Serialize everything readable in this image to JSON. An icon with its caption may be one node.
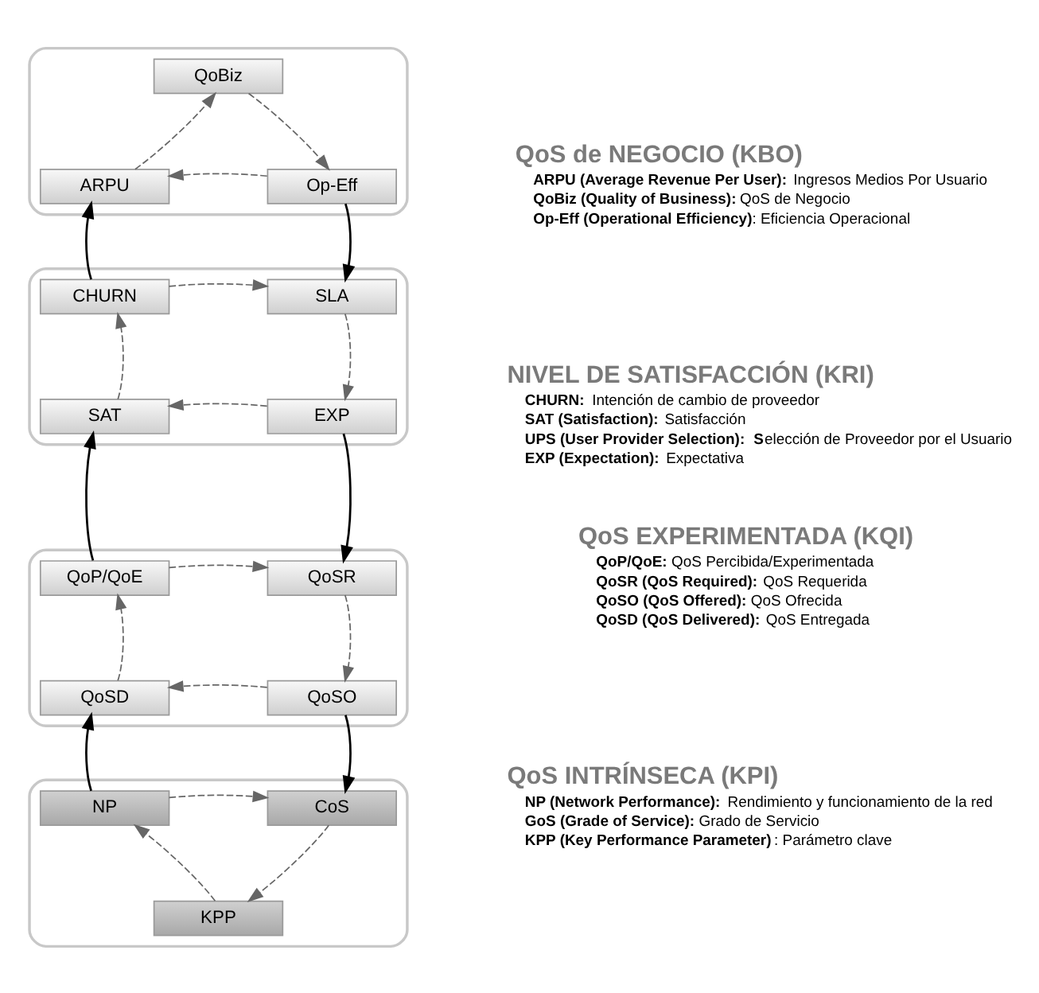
{
  "diagram": {
    "nodes": [
      {
        "text": [],
        "shape": "bowl"
      },
      {
        "text": [
          "QoBiz"
        ],
        "in": 0
      },
      {
        "text": [
          "ARPU"
        ],
        "in": 0
      },
      {
        "text": [
          "Op-Eff"
        ],
        "in": 0
      },
      {
        "text": [],
        "shape": "bowl"
      },
      {
        "text": [
          "CHURN"
        ],
        "in": 4
      },
      {
        "text": [
          "SLA"
        ],
        "in": 4
      },
      {
        "text": [
          "SAT"
        ],
        "in": 4
      },
      {
        "text": [
          "EXP"
        ],
        "in": 4
      },
      {
        "text": [],
        "shape": "bowl"
      },
      {
        "text": [
          "QoP/QoE"
        ],
        "in": 9
      },
      {
        "text": [
          "QoSR"
        ],
        "in": 9
      },
      {
        "text": [
          "QoSD"
        ],
        "in": 9
      },
      {
        "text": [
          "QoSO"
        ],
        "in": 9
      },
      {
        "text": [],
        "shape": "bowl"
      },
      {
        "text": [
          "NP"
        ],
        "in": 14
      },
      {
        "text": [
          "CoS"
        ],
        "in": 14
      },
      {
        "text": [
          "KPP"
        ],
        "in": 14
      }
    ],
    "edges": [
      {
        "from": 2,
        "to": 1,
        "arrow": "to",
        "style": "dashed",
        "color": "#666666"
      },
      {
        "from": 1,
        "to": 3,
        "arrow": "to",
        "style": "dashed",
        "color": "#666666"
      },
      {
        "from": 3,
        "to": 2,
        "arrow": "to",
        "style": "dashed",
        "color": "#666666"
      },
      {
        "from": 3,
        "to": 6,
        "arrow": "to",
        "color": "#000000"
      },
      {
        "from": 5,
        "to": 2,
        "arrow": "to",
        "color": "#000000"
      },
      {
        "from": 5,
        "to": 6,
        "arrow": "to",
        "style": "dashed",
        "color": "#666666"
      },
      {
        "from": 6,
        "to": 8,
        "arrow": "to",
        "style": "dashed",
        "color": "#666666"
      },
      {
        "from": 8,
        "to": 7,
        "arrow": "to",
        "style": "dashed",
        "color": "#666666"
      },
      {
        "from": 7,
        "to": 5,
        "arrow": "to",
        "style": "dashed",
        "color": "#666666"
      },
      {
        "from": 8,
        "to": 11,
        "arrow": "to",
        "color": "#000000"
      },
      {
        "from": 10,
        "to": 7,
        "arrow": "to",
        "color": "#000000"
      },
      {
        "from": 10,
        "to": 11,
        "arrow": "to",
        "style": "dashed",
        "color": "#666666"
      },
      {
        "from": 11,
        "to": 13,
        "arrow": "to",
        "style": "dashed",
        "color": "#666666"
      },
      {
        "from": 13,
        "to": 12,
        "arrow": "to",
        "style": "dashed",
        "color": "#666666"
      },
      {
        "from": 12,
        "to": 10,
        "arrow": "to",
        "style": "dashed",
        "color": "#666666"
      },
      {
        "from": 13,
        "to": 16,
        "arrow": "to",
        "color": "#000000"
      },
      {
        "from": 15,
        "to": 12,
        "arrow": "to",
        "color": "#000000"
      },
      {
        "from": 15,
        "to": 16,
        "arrow": "to",
        "style": "dashed",
        "color": "#666666"
      },
      {
        "from": 16,
        "to": 17,
        "arrow": "to",
        "style": "dashed",
        "color": "#666666"
      },
      {
        "from": 17,
        "to": 15,
        "arrow": "to",
        "style": "dashed",
        "color": "#666666"
      }
    ],
    "labels": [
      "QoS de NEGOCIO (KBO)",
      "**ARPU (Average Revenue Per User):** Ingresos Medios Por Usuario",
      "**QoBiz (Quality of Business):** QoS de Negocio",
      "**Op-Eff (Operational Efficiency)**: Eficiencia Operacional",
      "NIVEL DE SATISFACCIÓN (KRI)",
      "**CHURN:** Intención de cambio de proveedor",
      "**SAT (Satisfaction):** Satisfacción",
      "**UPS (User Provider Selection):** **S**elección de Proveedor por el Usuario",
      "**EXP (Expectation):** Expectativa",
      "QoS EXPERIMENTADA (KQI)",
      "**QoP/QoE:** QoS Percibida/Experimentada",
      "**QoSR (QoS Required):** QoS Requerida",
      "**QoSO (QoS Offered):** QoS Ofrecida",
      "**QoSD (QoS Delivered):** QoS Entregada",
      "QoS INTRÍNSECA (KPI)",
      "**NP (Network Performance):** Rendimiento y funcionamiento de la red",
      "**GoS (Grade of Service):** Grado de Servicio",
      "**KPP (Key Performance Parameter)**: Parámetro clave"
    ]
  }
}
